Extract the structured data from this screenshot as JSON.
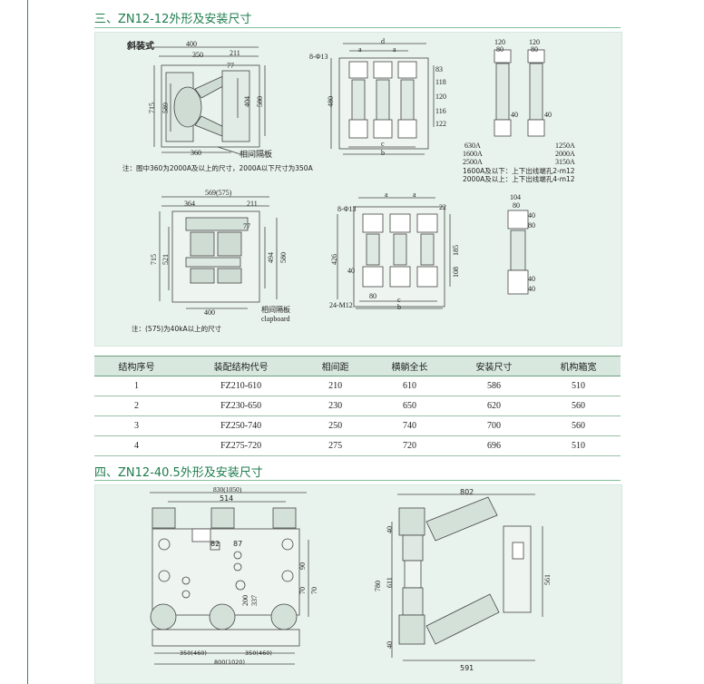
{
  "section3": {
    "title": "三、ZN12-12外形及安装尺寸",
    "fig1": {
      "caption": "斜装式",
      "dims": {
        "w400": "400",
        "w350": "350",
        "w211": "211",
        "d77": "77",
        "h715": "715",
        "h589": "589",
        "h404": "404",
        "h580": "580",
        "w360": "360"
      },
      "barrier": "相间隔板",
      "note": "注：图中360为2000A及以上的尺寸，2000A以下尺寸为350A"
    },
    "fig2": {
      "dims": {
        "d": "d",
        "a1": "a",
        "a2": "a",
        "holes": "8-Φ13",
        "h480": "480",
        "r83": "83",
        "r118": "118",
        "r120": "120",
        "r116": "116",
        "r122": "122",
        "c": "c",
        "b": "b"
      }
    },
    "fig3": {
      "dims": {
        "t120a": "120",
        "t80a": "80",
        "t120b": "120",
        "t80b": "80",
        "s40a": "40",
        "s40b": "40"
      },
      "ratings": [
        [
          "630A",
          "1250A"
        ],
        [
          "1600A",
          "2000A"
        ],
        [
          "2500A",
          "3150A"
        ]
      ],
      "note1": "1600A及以下：上下出线端孔2-m12",
      "note2": "2000A及以上：上下出线端孔4-m12"
    },
    "fig4": {
      "dims": {
        "w569": "569(575)",
        "w364": "364",
        "w211": "211",
        "d77": "77",
        "h715": "715",
        "h521": "521",
        "h494": "494",
        "h580": "580",
        "w400": "400"
      },
      "barrier": "相间隔板",
      "barrier_en": "clapboard",
      "note": "注：(575)为40kA以上的尺寸"
    },
    "fig5": {
      "dims": {
        "a1": "a",
        "a2": "a",
        "holes": "8-Φ13",
        "r22": "22",
        "r185": "185",
        "r108": "108",
        "h426": "426",
        "w40": "40",
        "w80": "80",
        "holes2": "24-M12",
        "c": "c",
        "b": "b"
      }
    },
    "fig6": {
      "dims": {
        "t104": "104",
        "t80": "80",
        "t40": "40",
        "s80": "80",
        "s40a": "40",
        "s40b": "40"
      }
    }
  },
  "table": {
    "headers": [
      "结构序号",
      "装配结构代号",
      "相间距",
      "横躺全长",
      "安装尺寸",
      "机构箱宽"
    ],
    "rows": [
      [
        "1",
        "FZ210-610",
        "210",
        "610",
        "586",
        "510"
      ],
      [
        "2",
        "FZ230-650",
        "230",
        "650",
        "620",
        "560"
      ],
      [
        "3",
        "FZ250-740",
        "250",
        "740",
        "700",
        "560"
      ],
      [
        "4",
        "FZ275-720",
        "275",
        "720",
        "696",
        "510"
      ]
    ]
  },
  "section4": {
    "title": "四、ZN12-40.5外形及安装尺寸",
    "fig7": {
      "dims": {
        "w830": "830(1050)",
        "w514": "514",
        "d82": "82",
        "d87": "87",
        "h200": "200",
        "h337": "337",
        "h90": "90",
        "h70": "70",
        "h70b": "70",
        "w350a": "350(460)",
        "w350b": "350(460)",
        "w800": "800(1020)"
      }
    },
    "fig8": {
      "dims": {
        "w802": "802",
        "h780": "780",
        "h611": "611",
        "d40a": "40",
        "d40b": "40",
        "h561": "561",
        "w591": "591"
      }
    }
  }
}
